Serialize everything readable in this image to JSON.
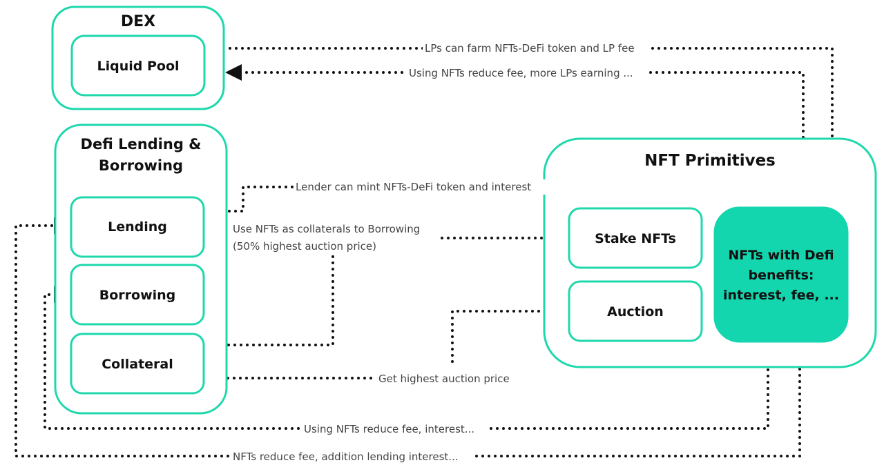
{
  "diagram": {
    "accent_color": "#1ed8ac",
    "filled_color": "#13d6ae",
    "groups": {
      "dex": {
        "title": "DEX",
        "items": {
          "liquid_pool": "Liquid Pool"
        }
      },
      "lending": {
        "title_line1": "Defi Lending &",
        "title_line2": "Borrowing",
        "items": {
          "lending": "Lending",
          "borrowing": "Borrowing",
          "collateral": "Collateral"
        }
      },
      "nft": {
        "title": "NFT Primitives",
        "items": {
          "stake": "Stake NFTs",
          "auction": "Auction",
          "benefits_line1": "NFTs with Defi",
          "benefits_line2": "benefits:",
          "benefits_line3": "interest, fee, ..."
        }
      }
    },
    "connections": {
      "lp_farm": "LPs can farm NFTs-DeFi token and LP fee",
      "lp_reduce": "Using NFTs reduce fee, more LPs earning ...",
      "lender_mint": "Lender can mint NFTs-DeFi token and interest",
      "collateral_line1": "Use NFTs as collaterals to Borrowing",
      "collateral_line2": "(50% highest auction price)",
      "auction_price": "Get highest auction price",
      "borrow_reduce": "Using NFTs reduce fee, interest...",
      "lend_reduce": "NFTs reduce fee, addition lending interest..."
    }
  }
}
